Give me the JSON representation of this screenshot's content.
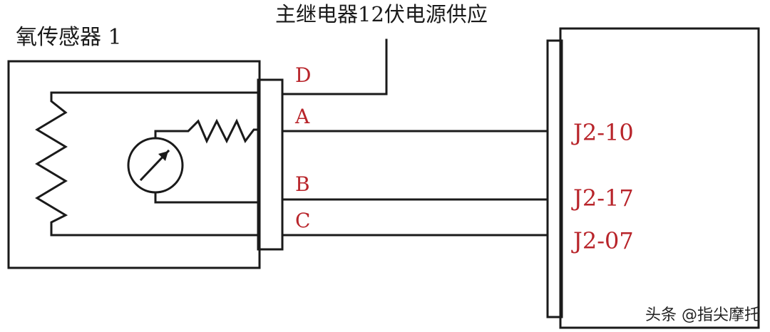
{
  "sensor": {
    "title": "氧传感器 1"
  },
  "supply": {
    "label": "主继电器12伏电源供应"
  },
  "pins": {
    "d": "D",
    "a": "A",
    "b": "B",
    "c": "C"
  },
  "terminals": {
    "a": "J2-10",
    "b": "J2-17",
    "c": "J2-07"
  },
  "watermark": "头条 @指尖摩托",
  "colors": {
    "line": "#1a1a1a",
    "label_red": "#b8242a"
  }
}
